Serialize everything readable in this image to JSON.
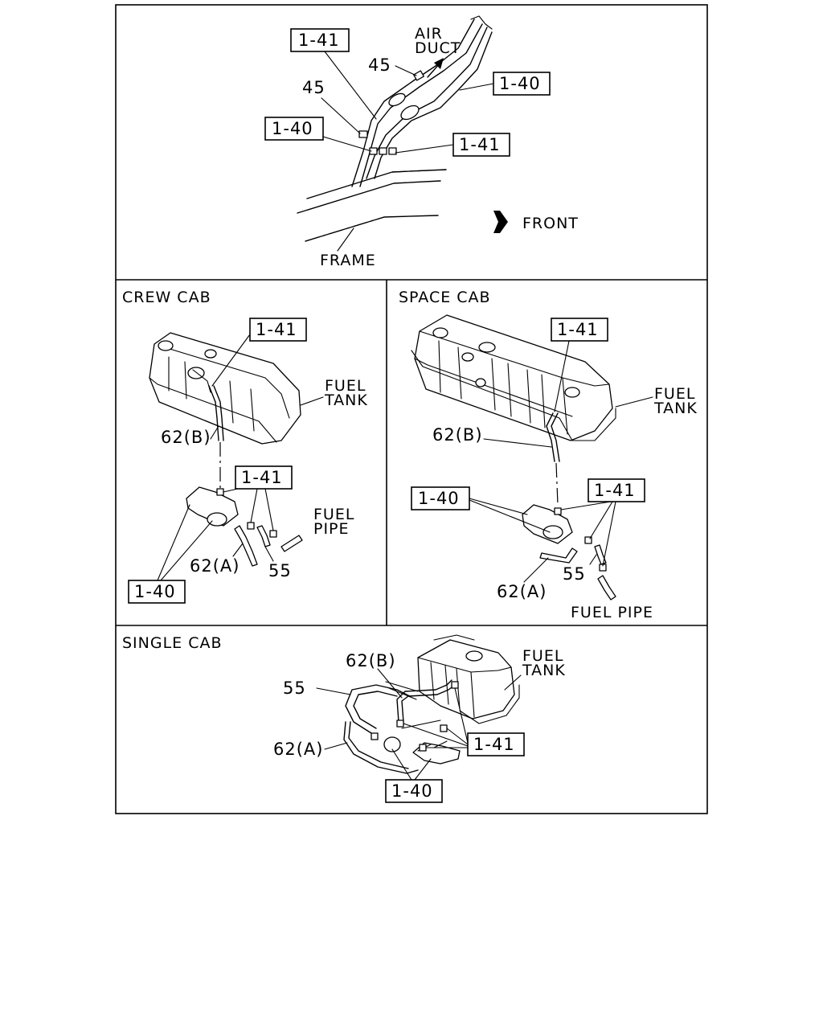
{
  "top_panel": {
    "air_duct_1": "AIR",
    "air_duct_2": "DUCT",
    "front": "FRONT",
    "frame": "FRAME",
    "callouts": {
      "c141a": "1-41",
      "c140a": "1-40",
      "c140b": "1-40",
      "c141b": "1-41",
      "c45a": "45",
      "c45b": "45"
    }
  },
  "crew_cab": {
    "title": "CREW CAB",
    "fuel_tank_1": "FUEL",
    "fuel_tank_2": "TANK",
    "fuel_pipe_1": "FUEL",
    "fuel_pipe_2": "PIPE",
    "callouts": {
      "c141a": "1-41",
      "c62b": "62(B)",
      "c141b": "1-41",
      "c62a": "62(A)",
      "c55": "55",
      "c140": "1-40"
    }
  },
  "space_cab": {
    "title": "SPACE CAB",
    "fuel_tank_1": "FUEL",
    "fuel_tank_2": "TANK",
    "fuel_pipe": "FUEL PIPE",
    "callouts": {
      "c141a": "1-41",
      "c62b": "62(B)",
      "c140": "1-40",
      "c141b": "1-41",
      "c55": "55",
      "c62a": "62(A)"
    }
  },
  "single_cab": {
    "title": "SINGLE CAB",
    "fuel_tank_1": "FUEL",
    "fuel_tank_2": "TANK",
    "callouts": {
      "c62b": "62(B)",
      "c55": "55",
      "c62a": "62(A)",
      "c141": "1-41",
      "c140": "1-40"
    }
  }
}
